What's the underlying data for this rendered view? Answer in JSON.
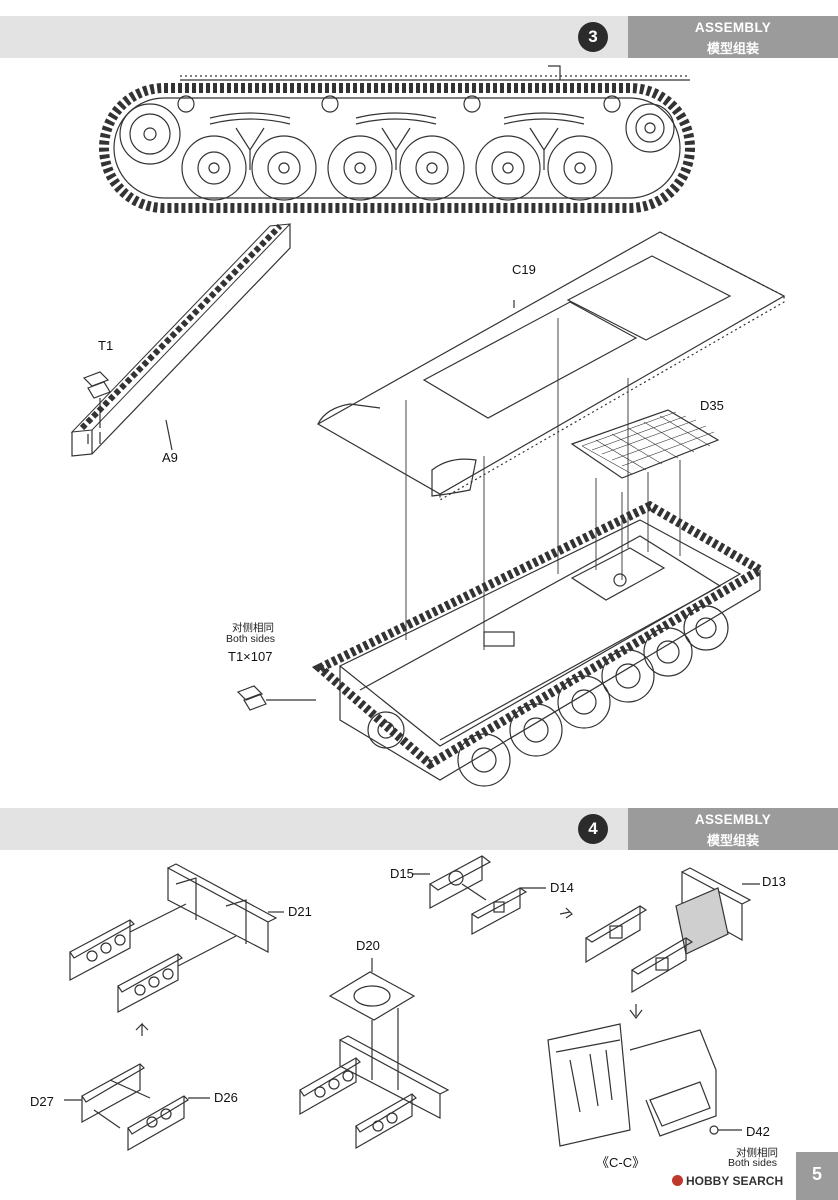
{
  "step3": {
    "number": "3",
    "title_en": "ASSEMBLY",
    "title_cn": "模型组装",
    "parts": {
      "c19": "C19",
      "t1": "T1",
      "d35": "D35",
      "a9": "A9",
      "both_cn": "对侧相同",
      "both_en": "Both sides",
      "t1x107": "T1×107"
    }
  },
  "step4": {
    "number": "4",
    "title_en": "ASSEMBLY",
    "title_cn": "模型组装",
    "parts": {
      "d21": "D21",
      "d15": "D15",
      "d14": "D14",
      "d13": "D13",
      "d20": "D20",
      "d27": "D27",
      "d26": "D26",
      "d42": "D42",
      "both_cn": "对侧相同",
      "both_en": "Both sides",
      "section": "《C-C》"
    }
  },
  "page_number": "5",
  "watermark": "HOBBY SEARCH",
  "colors": {
    "band_light": "#e3e3e3",
    "band_dark": "#9b9b9b",
    "badge": "#2b2b2b",
    "line": "#333333"
  }
}
